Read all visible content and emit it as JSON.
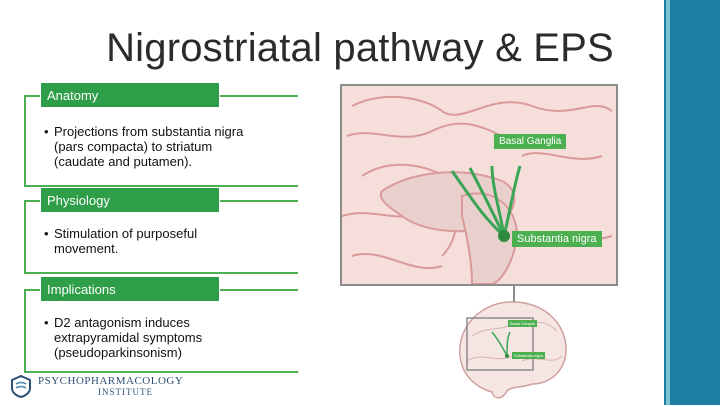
{
  "slide": {
    "title": "Nigrostriatal pathway & EPS",
    "sections": [
      {
        "heading": "Anatomy",
        "bullet_lines": [
          "Projections from substantia nigra",
          "(pars compacta)  to striatum",
          "(caudate and putamen)."
        ]
      },
      {
        "heading": "Physiology",
        "bullet_lines": [
          "Stimulation of purposeful",
          "movement."
        ]
      },
      {
        "heading": "Implications",
        "bullet_lines": [
          "D2 antagonism induces",
          "extrapyramidal symptoms",
          "(pseudoparkinsonism)"
        ]
      }
    ],
    "figure": {
      "label_basal": "Basal Ganglia",
      "label_nigra": "Substantia nigra",
      "mini_label_basal": "Basal Ganglia",
      "mini_label_nigra": "Substantia nigra"
    },
    "logo": {
      "line1": "PSYCHOPHARMACOLOGY",
      "line2": "INSTITUTE"
    },
    "colors": {
      "accent_green": "#4caf50",
      "heading_green": "#2e9e48",
      "stripe_blue": "#1b7fa1",
      "logo_blue": "#2c4f75"
    }
  }
}
